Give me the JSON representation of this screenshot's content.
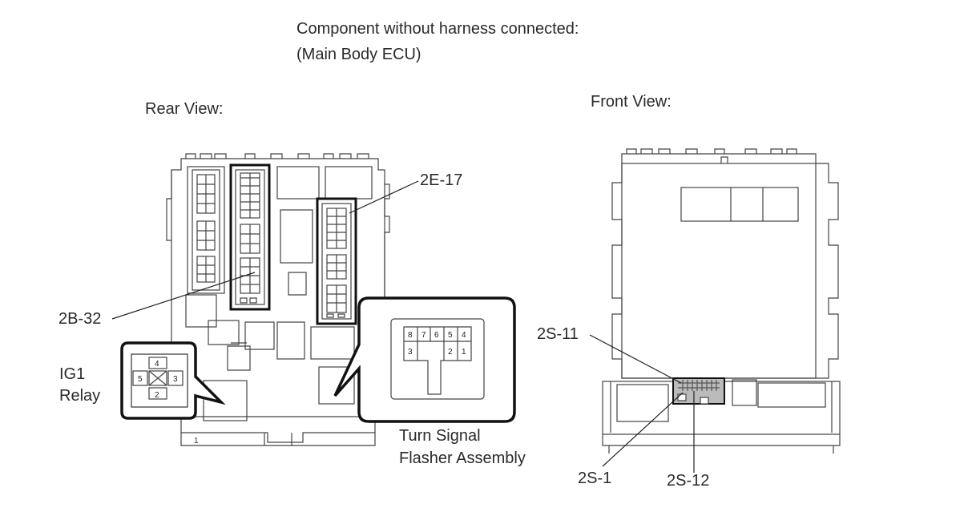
{
  "header": {
    "title_line1": "Component without harness connected:",
    "title_line2": "(Main Body ECU)"
  },
  "views": {
    "rear": "Rear View:",
    "front": "Front View:"
  },
  "callouts": {
    "c_2e17": "2E-17",
    "c_2b32": "2B-32",
    "c_2s11": "2S-11",
    "c_2s1": "2S-1",
    "c_2s12": "2S-12"
  },
  "ig1_relay": {
    "label_line1": "IG1",
    "label_line2": "Relay",
    "pins": {
      "top": "4",
      "left": "5",
      "right": "3",
      "bottom": "2"
    }
  },
  "turn_signal": {
    "label_line1": "Turn Signal",
    "label_line2": "Flasher Assembly",
    "pins_top": [
      "8",
      "7",
      "6",
      "5",
      "4"
    ],
    "pins_bottom_left": "3",
    "pins_bottom_right": [
      "2",
      "1"
    ]
  },
  "bottom_mark": "1"
}
